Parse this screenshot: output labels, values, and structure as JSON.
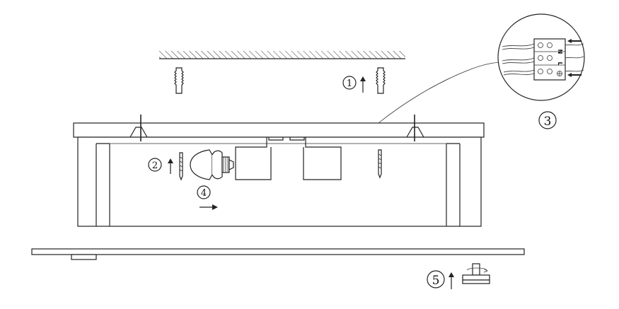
{
  "steps": [
    {
      "id": "1",
      "label": "1"
    },
    {
      "id": "2",
      "label": "2"
    },
    {
      "id": "3",
      "label": "3"
    },
    {
      "id": "4",
      "label": "4"
    },
    {
      "id": "5",
      "label": "5"
    }
  ],
  "terminal_labels": {
    "neutral": "N",
    "live": "L"
  },
  "colors": {
    "line": "#222222",
    "background": "#ffffff"
  }
}
